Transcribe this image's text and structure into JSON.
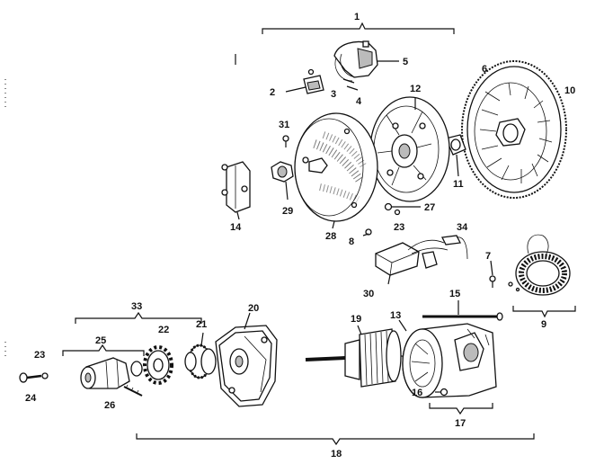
{
  "callouts": [
    {
      "id": "c1",
      "text": "1"
    },
    {
      "id": "c2",
      "text": "2"
    },
    {
      "id": "c3",
      "text": "3"
    },
    {
      "id": "c4",
      "text": "4"
    },
    {
      "id": "c5",
      "text": "5"
    },
    {
      "id": "c6",
      "text": "6"
    },
    {
      "id": "c7",
      "text": "7"
    },
    {
      "id": "c8",
      "text": "8"
    },
    {
      "id": "c9",
      "text": "9"
    },
    {
      "id": "c10",
      "text": "10"
    },
    {
      "id": "c11",
      "text": "11"
    },
    {
      "id": "c12",
      "text": "12"
    },
    {
      "id": "c13",
      "text": "13"
    },
    {
      "id": "c14",
      "text": "14"
    },
    {
      "id": "c15",
      "text": "15"
    },
    {
      "id": "c16",
      "text": "16"
    },
    {
      "id": "c17",
      "text": "17"
    },
    {
      "id": "c18",
      "text": "18"
    },
    {
      "id": "c19",
      "text": "19"
    },
    {
      "id": "c20",
      "text": "20"
    },
    {
      "id": "c21",
      "text": "21"
    },
    {
      "id": "c22",
      "text": "22"
    },
    {
      "id": "c23a",
      "text": "23"
    },
    {
      "id": "c23b",
      "text": "23"
    },
    {
      "id": "c24",
      "text": "24"
    },
    {
      "id": "c25",
      "text": "25"
    },
    {
      "id": "c26",
      "text": "26"
    },
    {
      "id": "c27",
      "text": "27"
    },
    {
      "id": "c28",
      "text": "28"
    },
    {
      "id": "c29",
      "text": "29"
    },
    {
      "id": "c30",
      "text": "30"
    },
    {
      "id": "c31",
      "text": "31"
    },
    {
      "id": "c33",
      "text": "33"
    },
    {
      "id": "c34",
      "text": "34"
    }
  ]
}
